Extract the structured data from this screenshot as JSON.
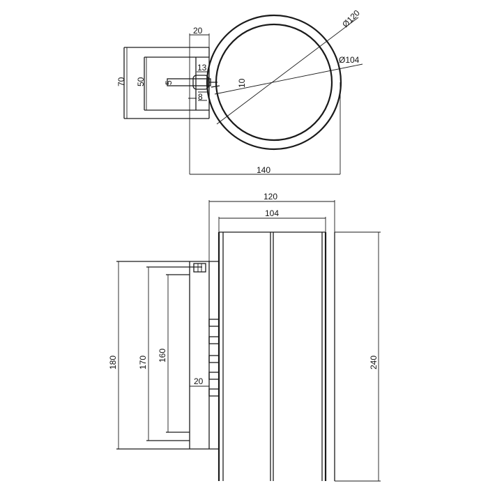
{
  "top_view": {
    "dim_width_20": "20",
    "dim_outer_diameter": "Ø120",
    "dim_inner_diameter": "Ø104",
    "dim_height_70": "70",
    "dim_height_50": "50",
    "dim_13": "13",
    "dim_5": "5",
    "dim_10": "10",
    "dim_8": "8",
    "dim_total_140": "140"
  },
  "side_view": {
    "dim_outer_120": "120",
    "dim_inner_104": "104",
    "dim_180": "180",
    "dim_170": "170",
    "dim_160": "160",
    "dim_20": "20",
    "dim_240": "240"
  }
}
